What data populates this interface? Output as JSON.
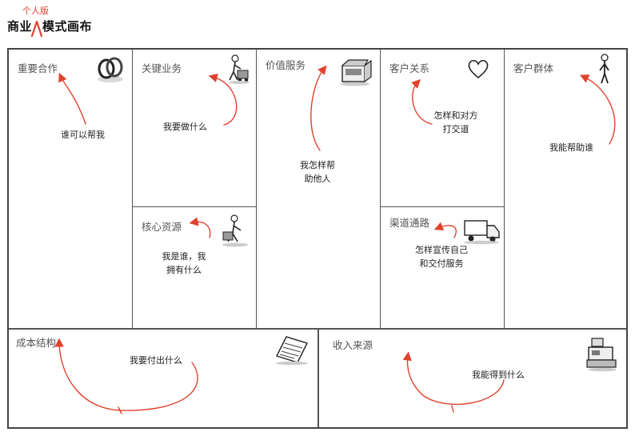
{
  "header": {
    "title_part1": "商业",
    "title_part2": "模式画布",
    "insertion": "个人版"
  },
  "colors": {
    "accent": "#e0422e",
    "border": "#444444",
    "label": "#555555"
  },
  "blocks": {
    "key_partners": {
      "label": "重要合作",
      "note": "谁可以帮我",
      "icon": "rings-icon"
    },
    "key_activities": {
      "label": "关键业务",
      "note": "我要做什么",
      "icon": "worker-cart-icon"
    },
    "value_propositions": {
      "label": "价值服务",
      "note_line1": "我怎样帮",
      "note_line2": "助他人",
      "icon": "gift-machine-icon"
    },
    "customer_relationships": {
      "label": "客户关系",
      "note_line1": "怎样和对方",
      "note_line2": "打交道",
      "icon": "heart-icon"
    },
    "customer_segments": {
      "label": "客户群体",
      "note": "我能帮助谁",
      "icon": "person-icon"
    },
    "key_resources": {
      "label": "核心资源",
      "note_line1": "我是谁，我",
      "note_line2": "拥有什么",
      "icon": "worker-icon"
    },
    "channels": {
      "label": "渠道通路",
      "note_line1": "怎样宣传自己",
      "note_line2": "和交付服务",
      "icon": "truck-icon"
    },
    "cost_structure": {
      "label": "成本结构",
      "note": "我要付出什么",
      "icon": "document-icon"
    },
    "revenue_streams": {
      "label": "收入来源",
      "note": "我能得到什么",
      "icon": "cash-register-icon"
    }
  }
}
